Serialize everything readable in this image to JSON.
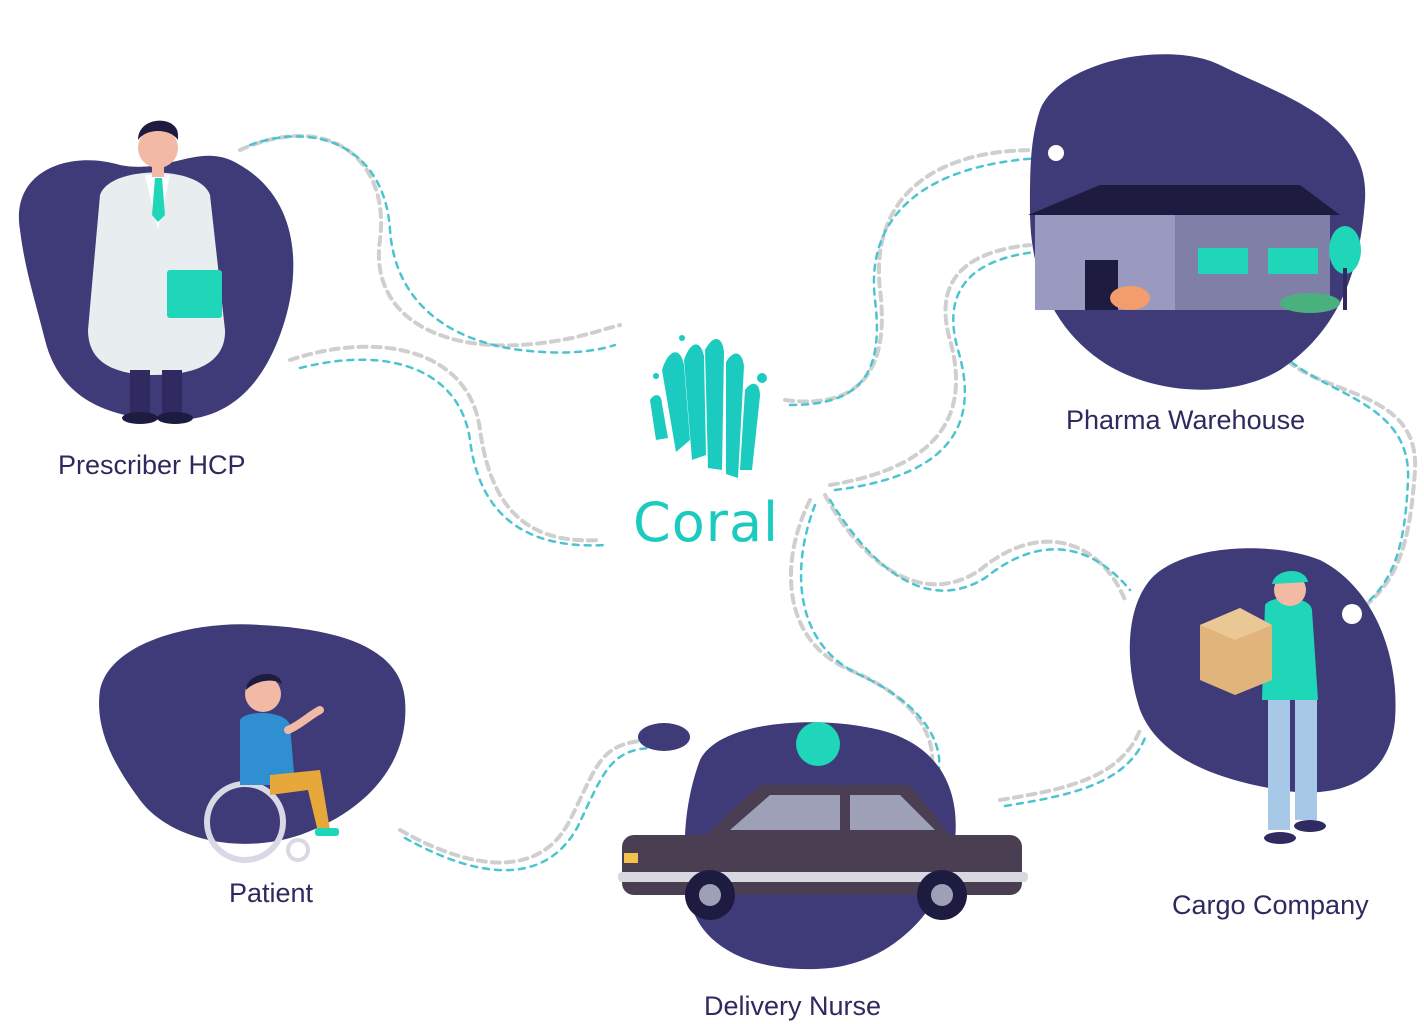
{
  "brand": {
    "name": "Coral",
    "color": "#1ccbc0"
  },
  "colors": {
    "blob": "#3f3a78",
    "blob_dark": "#2f2b60",
    "accent": "#1fd6b8",
    "label": "#2d2a5e",
    "path_teal": "#4cc4cf",
    "path_gray": "#c9c9c9"
  },
  "nodes": {
    "prescriber": {
      "label": "Prescriber HCP",
      "icon": "doctor-illustration"
    },
    "warehouse": {
      "label": "Pharma Warehouse",
      "icon": "warehouse-illustration"
    },
    "patient": {
      "label": "Patient",
      "icon": "wheelchair-patient-illustration"
    },
    "nurse": {
      "label": "Delivery Nurse",
      "icon": "car-illustration"
    },
    "cargo": {
      "label": "Cargo Company",
      "icon": "courier-illustration"
    }
  }
}
